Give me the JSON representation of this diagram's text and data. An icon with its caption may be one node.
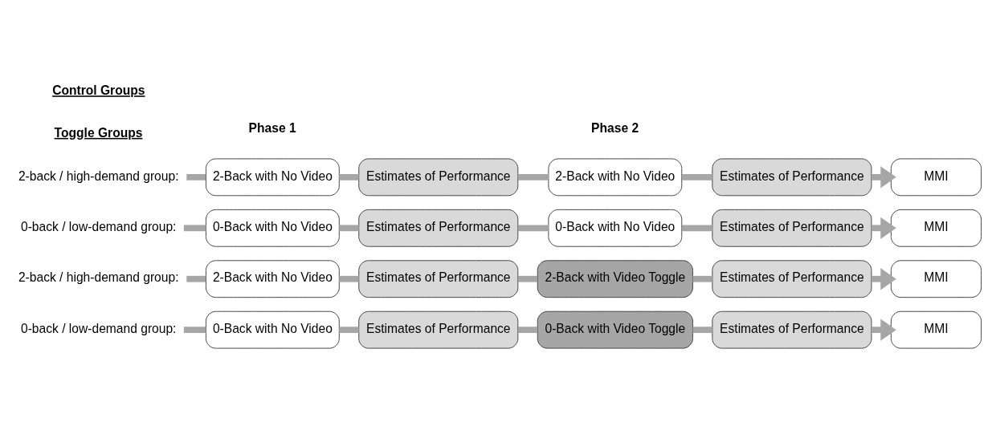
{
  "diagram": {
    "nodes": [
      {
        "text": [
          "0-back / low-demand group:"
        ]
      },
      {
        "text": [
          "0-Back with No Video"
        ]
      },
      {
        "text": [
          "Estimates of Performance"
        ]
      },
      {
        "text": [
          "0-Back with Video Toggle"
        ]
      },
      {
        "text": [
          "Estimates of Performance"
        ]
      },
      {
        "text": [
          "MMI"
        ]
      },
      {
        "text": [
          "2-back / high-demand group:"
        ]
      },
      {
        "text": [
          "2-Back with No Video"
        ]
      },
      {
        "text": [
          "Estimates of Performance"
        ]
      },
      {
        "text": [
          "2-Back with Video Toggle"
        ]
      },
      {
        "text": [
          "Estimates of Performance"
        ]
      },
      {
        "text": [
          "MMI"
        ]
      },
      {
        "text": [
          "0-back / low-demand group:"
        ]
      },
      {
        "text": [
          "0-Back with No Video"
        ]
      },
      {
        "text": [
          "Estimates of Performance"
        ]
      },
      {
        "text": [
          "0-Back with No Video"
        ]
      },
      {
        "text": [
          "Estimates of Performance"
        ]
      },
      {
        "text": [
          "MMI"
        ]
      },
      {
        "text": [
          "2-back / high-demand group:"
        ]
      },
      {
        "text": [
          "2-Back with No Video"
        ]
      },
      {
        "text": [
          "Estimates of Performance"
        ]
      },
      {
        "text": [
          "2-Back with No Video"
        ]
      },
      {
        "text": [
          "Estimates of Performance"
        ]
      },
      {
        "text": [
          "MMI"
        ]
      }
    ],
    "edges": [
      {
        "from": 0,
        "to": 1,
        "arrow": "none"
      },
      {
        "from": 1,
        "to": 2,
        "arrow": "none"
      },
      {
        "from": 2,
        "to": 3,
        "arrow": "none"
      },
      {
        "from": 3,
        "to": 4,
        "arrow": "none"
      },
      {
        "from": 4,
        "to": 5,
        "arrow": "to"
      },
      {
        "from": 6,
        "to": 7,
        "arrow": "none"
      },
      {
        "from": 7,
        "to": 8,
        "arrow": "none"
      },
      {
        "from": 8,
        "to": 9,
        "arrow": "none"
      },
      {
        "from": 9,
        "to": 10,
        "arrow": "none"
      },
      {
        "from": 10,
        "to": 11,
        "arrow": "to"
      },
      {
        "from": 12,
        "to": 13,
        "arrow": "none"
      },
      {
        "from": 13,
        "to": 14,
        "arrow": "none"
      },
      {
        "from": 14,
        "to": 15,
        "arrow": "none"
      },
      {
        "from": 15,
        "to": 16,
        "arrow": "none"
      },
      {
        "from": 16,
        "to": 17,
        "arrow": "to"
      },
      {
        "from": 18,
        "to": 19,
        "arrow": "none"
      },
      {
        "from": 19,
        "to": 20,
        "arrow": "none"
      },
      {
        "from": 20,
        "to": 21,
        "arrow": "none"
      },
      {
        "from": 21,
        "to": 22,
        "arrow": "none"
      },
      {
        "from": 22,
        "to": 23,
        "arrow": "to"
      }
    ],
    "labels": [
      "Phase 1",
      "Phase 2",
      "Toggle Groups",
      "Control Groups"
    ]
  }
}
